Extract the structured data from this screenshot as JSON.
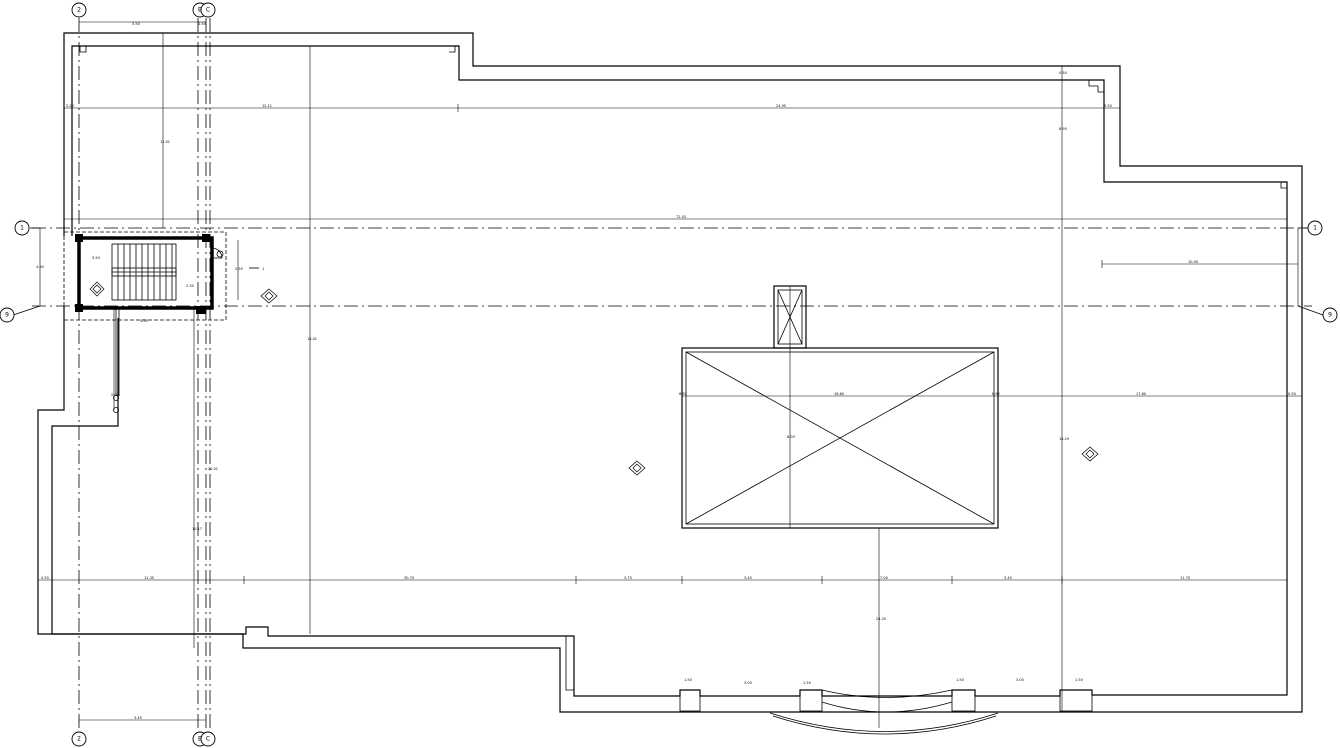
{
  "drawing": {
    "kind": "roof floor plan",
    "line_color": "#000000",
    "background": "#ffffff"
  },
  "grid_axes": {
    "left_bubbles": [
      {
        "id": "axis-1-left",
        "label": "1"
      },
      {
        "id": "axis-9-left",
        "label": "9"
      }
    ],
    "right_bubbles": [
      {
        "id": "axis-1-right",
        "label": "1"
      },
      {
        "id": "axis-9-right",
        "label": "9"
      }
    ],
    "top_bubbles": [
      {
        "id": "axis-2-top",
        "label": "2"
      },
      {
        "id": "axis-b-top",
        "label": "B"
      },
      {
        "id": "axis-c-top",
        "label": "C"
      }
    ],
    "bottom_bubbles": [
      {
        "id": "axis-2-bottom",
        "label": "2"
      },
      {
        "id": "axis-b-bottom",
        "label": "B"
      },
      {
        "id": "axis-c-bottom",
        "label": "C"
      }
    ]
  },
  "dimensions": {
    "top_run": [
      "3.20",
      "12.11",
      "24.95",
      "0.50"
    ],
    "long_run": [
      "72.43"
    ],
    "lower_run": [
      "0.50",
      "11.35",
      "30.70",
      "3.75",
      "3.45",
      "7.00",
      "3.45",
      "11.70"
    ],
    "middle_run": [
      "6.92",
      "16.60",
      "6.92",
      "17.60",
      "0.50"
    ],
    "right_run": [
      "10.00"
    ],
    "bottom_run": [
      "3.45"
    ],
    "stair_run": [
      "3.50",
      "0.50",
      "3.50",
      "2.30",
      "4.50"
    ],
    "vertical_notes": [
      "0.50",
      "8.95",
      "16.01",
      "18.19",
      "12.01",
      "22.01",
      "10.17",
      "24.20",
      "4.50",
      "8.03",
      "2.00",
      "2.50"
    ],
    "window_run": [
      "1.50",
      "3.00",
      "1.50",
      "1.50",
      "3.00",
      "1.50"
    ]
  },
  "labels": {
    "stair_tag": "1"
  }
}
